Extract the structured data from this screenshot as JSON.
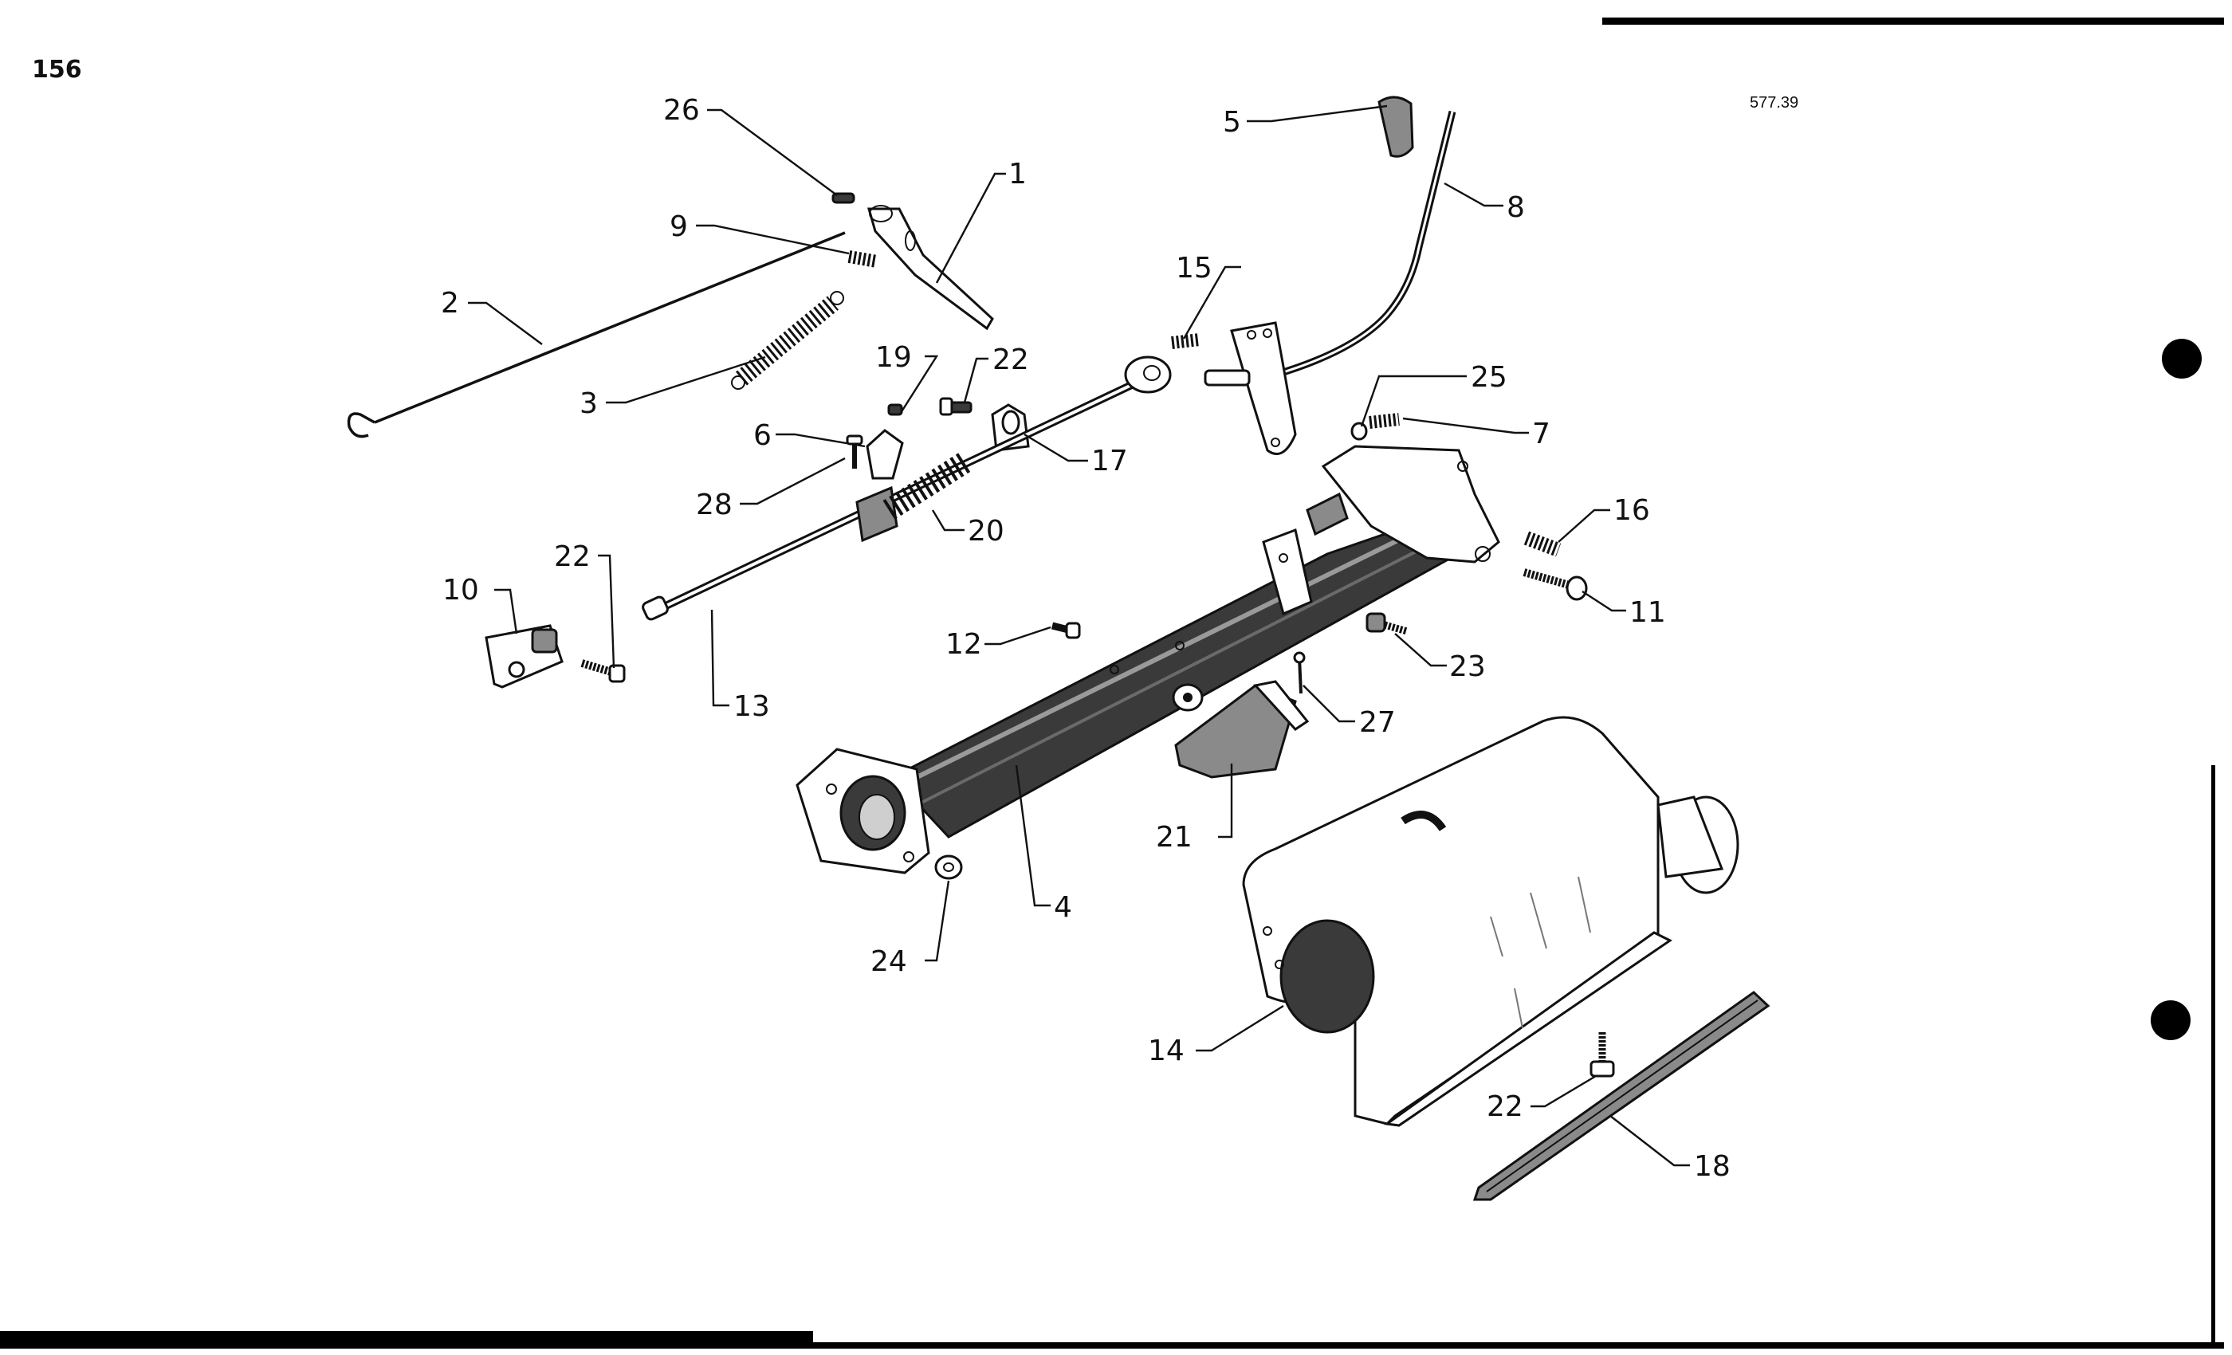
{
  "page": {
    "page_number": "156",
    "ref_code": "577.39"
  },
  "callouts": [
    {
      "id": "1",
      "label": "1"
    },
    {
      "id": "2",
      "label": "2"
    },
    {
      "id": "3",
      "label": "3"
    },
    {
      "id": "4",
      "label": "4"
    },
    {
      "id": "5",
      "label": "5"
    },
    {
      "id": "6",
      "label": "6"
    },
    {
      "id": "7",
      "label": "7"
    },
    {
      "id": "8",
      "label": "8"
    },
    {
      "id": "9",
      "label": "9"
    },
    {
      "id": "10",
      "label": "10"
    },
    {
      "id": "11",
      "label": "11"
    },
    {
      "id": "12",
      "label": "12"
    },
    {
      "id": "13",
      "label": "13"
    },
    {
      "id": "14",
      "label": "14"
    },
    {
      "id": "15",
      "label": "15"
    },
    {
      "id": "16",
      "label": "16"
    },
    {
      "id": "17",
      "label": "17"
    },
    {
      "id": "18",
      "label": "18"
    },
    {
      "id": "19",
      "label": "19"
    },
    {
      "id": "20",
      "label": "20"
    },
    {
      "id": "21",
      "label": "21"
    },
    {
      "id": "22a",
      "label": "22"
    },
    {
      "id": "22b",
      "label": "22"
    },
    {
      "id": "22c",
      "label": "22"
    },
    {
      "id": "23",
      "label": "23"
    },
    {
      "id": "24",
      "label": "24"
    },
    {
      "id": "25",
      "label": "25"
    },
    {
      "id": "26",
      "label": "26"
    },
    {
      "id": "27",
      "label": "27"
    },
    {
      "id": "28",
      "label": "28"
    }
  ]
}
